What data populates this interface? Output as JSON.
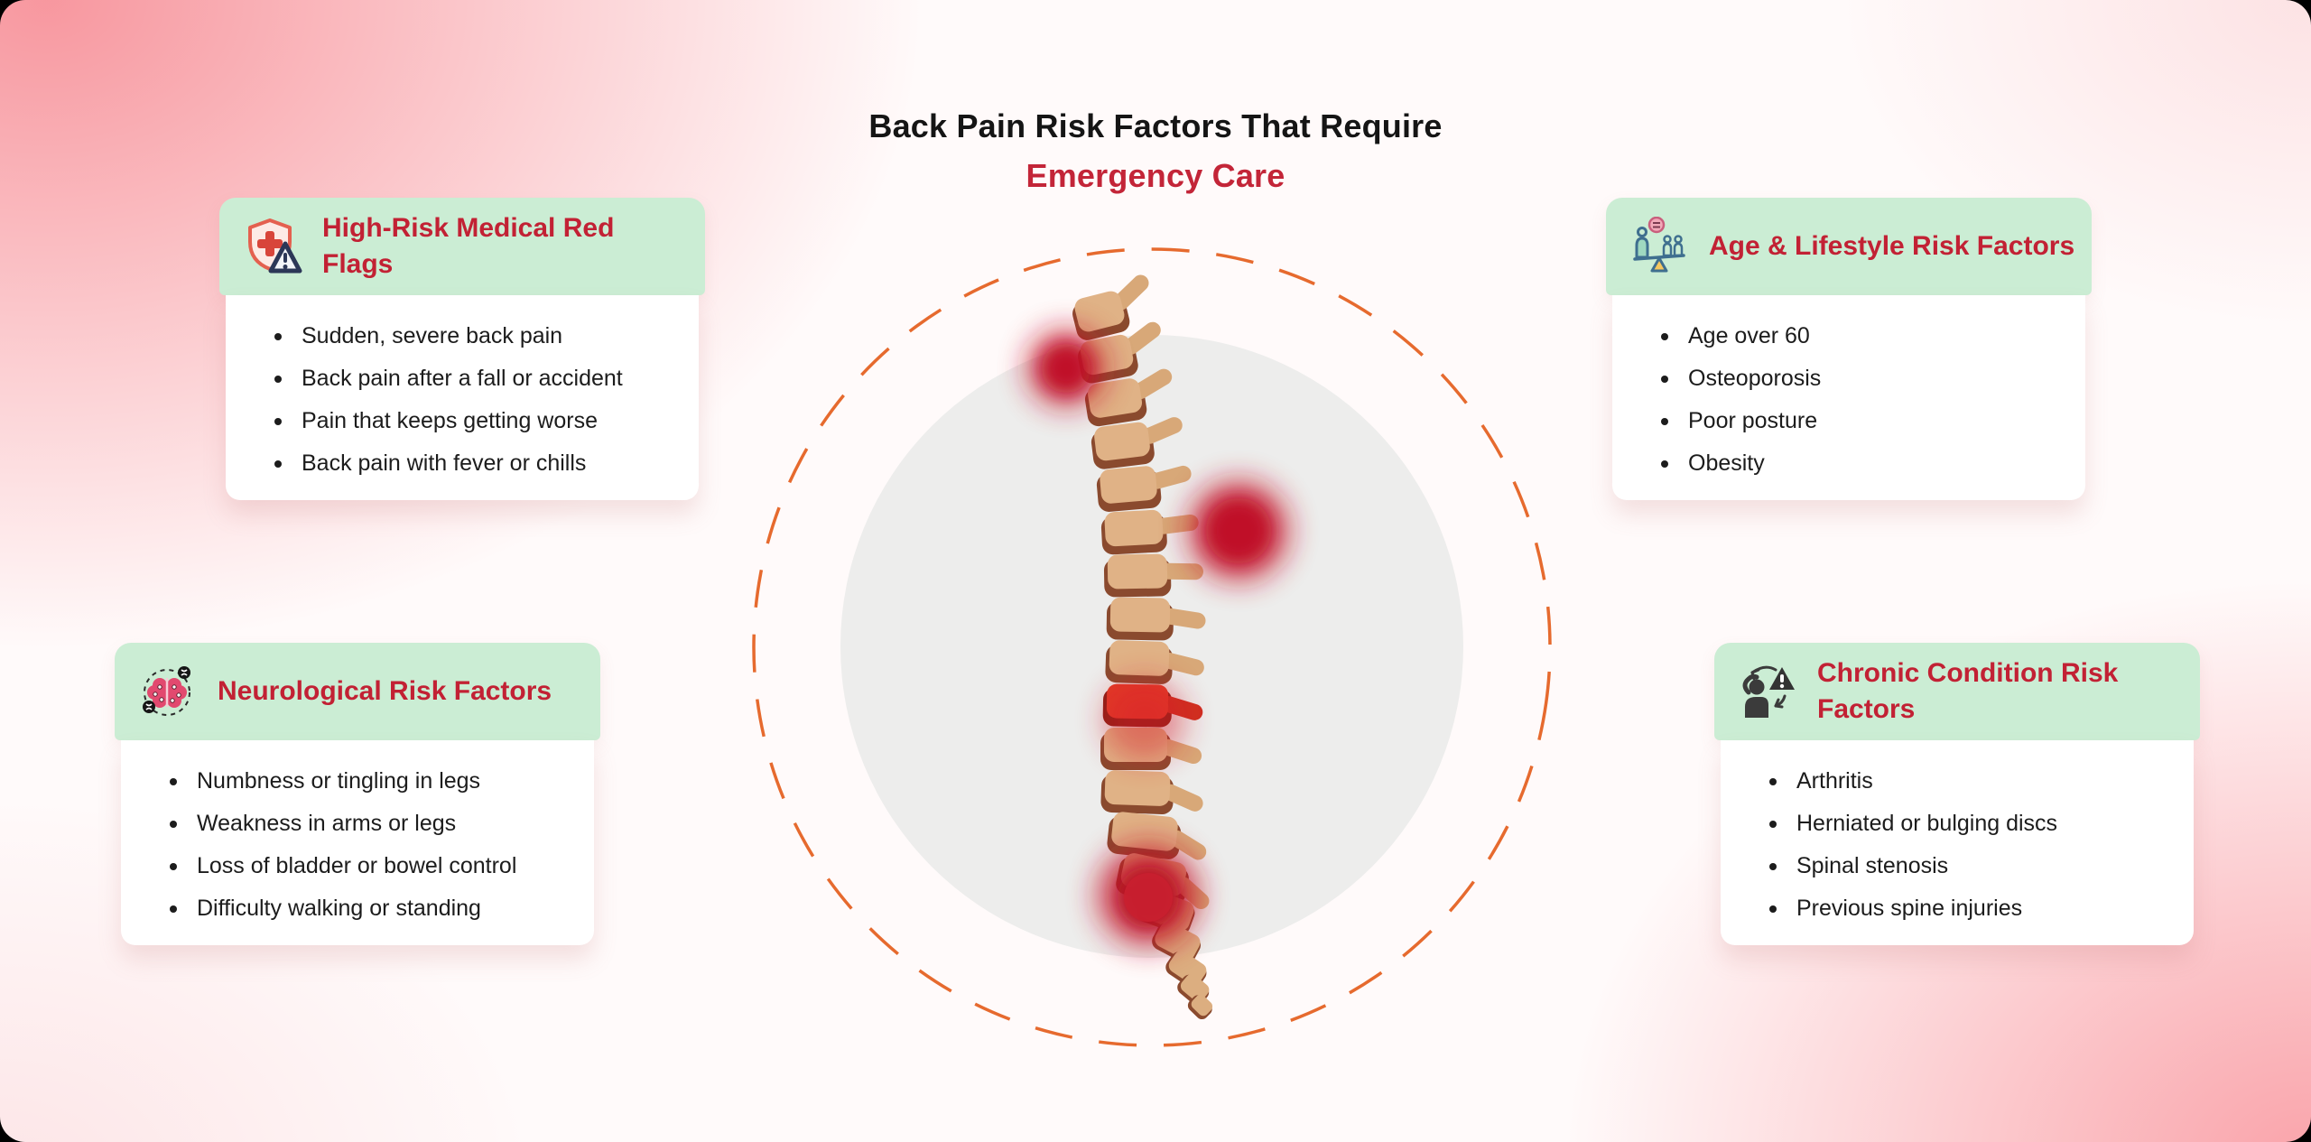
{
  "header": {
    "title_black": "Back Pain Risk Factors That Require",
    "title_red": "Emergency Care"
  },
  "colors": {
    "accent_red": "#c32538",
    "header_green": "#cbedd4",
    "background_pink": "#f7949c",
    "dashed_circle_orange": "#e66a2e",
    "spine_bone_tan": "#e0b286",
    "pain_spot_red": "#c4132a"
  },
  "cards": [
    {
      "id": "high-risk-medical",
      "icon": "shield-warning-icon",
      "title": "High-Risk Medical Red Flags",
      "items": [
        "Sudden, severe back pain",
        "Back pain after a fall or accident",
        "Pain that keeps getting worse",
        "Back pain with fever or chills"
      ]
    },
    {
      "id": "age-lifestyle",
      "icon": "balance-people-icon",
      "title": "Age & Lifestyle Risk Factors",
      "items": [
        "Age over 60",
        "Osteoporosis",
        "Poor posture",
        "Obesity"
      ]
    },
    {
      "id": "neurological",
      "icon": "brain-icon",
      "title": "Neurological Risk Factors",
      "items": [
        "Numbness or tingling in legs",
        "Weakness in arms or legs",
        "Loss of bladder or bowel control",
        "Difficulty walking or standing"
      ]
    },
    {
      "id": "chronic-condition",
      "icon": "person-warning-icon",
      "title": "Chronic Condition Risk Factors",
      "items": [
        "Arthritis",
        "Herniated or bulging discs",
        "Spinal stenosis",
        "Previous spine injuries"
      ]
    }
  ],
  "illustration": {
    "name": "spine-pain-illustration",
    "pain_points": [
      "cervical",
      "thoracic",
      "lumbar-vertebra",
      "sacral"
    ]
  }
}
